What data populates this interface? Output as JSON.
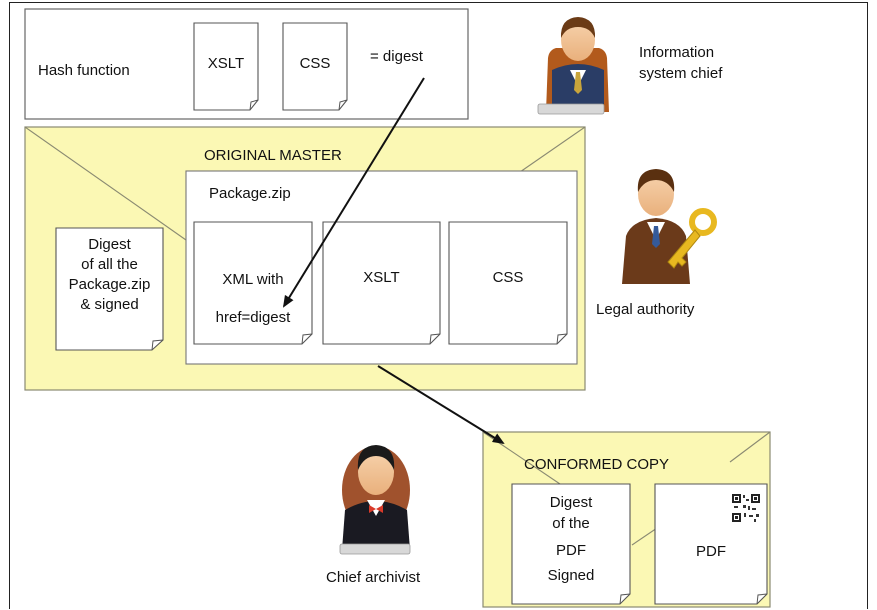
{
  "hash_box": {
    "label": "Hash function",
    "doc1": "XSLT",
    "doc2": "CSS",
    "result": "= digest"
  },
  "original_master": {
    "title": "ORIGINAL MASTER",
    "package": {
      "title": "Package.zip",
      "xml_line1": "XML with",
      "xml_line2": "href=digest",
      "xslt": "XSLT",
      "css": "CSS"
    },
    "digest_note": [
      "Digest",
      "of all the",
      "Package.zip",
      "& signed"
    ]
  },
  "conformed_copy": {
    "title": "CONFORMED COPY",
    "digest_note": [
      "Digest",
      "of the",
      "PDF",
      "Signed"
    ],
    "pdf": "PDF"
  },
  "people": {
    "info_chief": [
      "Information",
      "system chief"
    ],
    "legal": "Legal authority",
    "archivist": "Chief archivist"
  },
  "colors": {
    "envelope_fill": "#fbf8b4",
    "envelope_stroke": "#8a8a72",
    "doc_stroke": "#555555",
    "arrow": "#111111",
    "suit_dark": "#2a3d66",
    "skin": "#f3c79a",
    "hair": "#6b3b16",
    "key": "#e8b820"
  }
}
